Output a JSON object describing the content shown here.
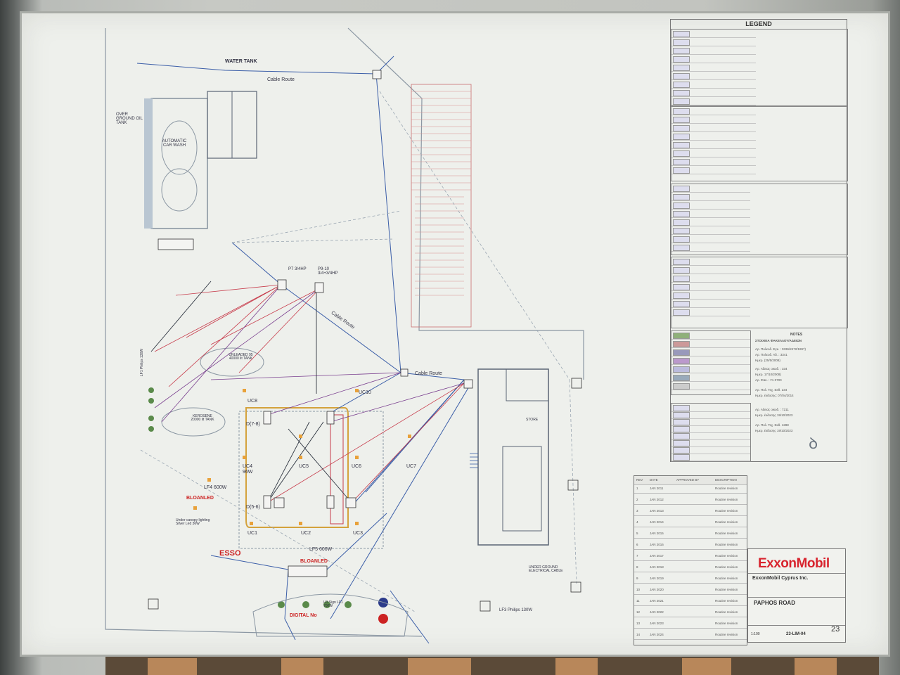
{
  "plan": {
    "labels": {
      "water_tank": "WATER TANK",
      "cable_route_top": "Cable Route",
      "cable_route_mid": "Cable Route",
      "cable_route_right": "Cable Route",
      "overground_oil_tank": "OVER GROUND OIL TANK",
      "car_wash": "AUTOMATIC CAR WASH",
      "p7": "P7 3/4HP",
      "p9": "P9-10 3/4+3/4HP",
      "kerosene": "KEROSENE 20000 lit TANK",
      "unleaded": "UNLEADED 95 40000 lit TANK",
      "uc1": "UC1",
      "uc2": "UC2",
      "uc3": "UC3",
      "uc4": "UC4",
      "uc5": "UC5",
      "uc6": "UC6",
      "uc7": "UC7",
      "uc8": "UC8",
      "uc10": "UC10",
      "d78": "D(7-8)",
      "d56": "D(5-6)",
      "uc4_watts": "96W",
      "lf4": "LF4 600W",
      "bloanled_left": "BLOANLED",
      "bloanled_mid": "BLOANLED",
      "esso": "ESSO",
      "lf5": "LF5 600W",
      "lf1": "LF1 Philips 130W",
      "lf3": "LF3 Philips 130W",
      "digital": "DIGITAL No",
      "ld_sign": "LD Sign LF1 700W",
      "underground_cable": "UNDER GROUND ELECTRICAL CABLE",
      "under_canopy": "Under canopy lighting Silver Led 36W",
      "store": "STORE"
    }
  },
  "legend": {
    "title": "LEGEND",
    "notes_title": "NOTES",
    "notes_header": "ΣΤΟΙΧΕΙΑ ΦΑΚΕΛΛΟΥ/ΑΔΕΙΩΝ",
    "notes_lines": [
      "Αρ. Πολεοδ. Εγκ. : 0336/2472/1997)",
      "Αρ. Πολεοδ. Αδ. : 3341",
      "Ημερ. (25/5/2008)",
      "Αρ. Αδειας οικοδ. : 334",
      "Ημερ. 17/10/2008)",
      "Αρ. Φακ. : ΓΑ 0700",
      "Αρ. Πολ. Τεχ. Εκθ. 234",
      "Ημερ. έκδοσης: 07/04/2014",
      "Αρ. Αδειας οικοδ. : 7211",
      "Ημερ. έκδοσης 19/10/2023",
      "Αρ. Πολ. Τεχ. Εκθ. 1288",
      "Ημερ. έκδοσης 19/10/2023"
    ]
  },
  "revisions": {
    "header": [
      "REV",
      "DATE",
      "APPROVED BY",
      "DESCRIPTION"
    ],
    "rows": [
      {
        "rev": "1",
        "date": "JAN 2011",
        "desc": "Routine revision"
      },
      {
        "rev": "2",
        "date": "JAN 2012",
        "desc": "Routine revision"
      },
      {
        "rev": "3",
        "date": "JAN 2013",
        "desc": "Routine revision"
      },
      {
        "rev": "4",
        "date": "JAN 2014",
        "desc": "Routine revision"
      },
      {
        "rev": "5",
        "date": "JAN 2015",
        "desc": "Routine revision"
      },
      {
        "rev": "6",
        "date": "JAN 2016",
        "desc": "Routine revision"
      },
      {
        "rev": "7",
        "date": "JAN 2017",
        "desc": "Routine revision"
      },
      {
        "rev": "8",
        "date": "JAN 2018",
        "desc": "Routine revision"
      },
      {
        "rev": "9",
        "date": "JAN 2019",
        "desc": "Routine revision"
      },
      {
        "rev": "10",
        "date": "JAN 2020",
        "desc": "Routine revision"
      },
      {
        "rev": "11",
        "date": "JAN 2021",
        "desc": "Routine revision"
      },
      {
        "rev": "12",
        "date": "JAN 2022",
        "desc": "Routine revision"
      },
      {
        "rev": "13",
        "date": "JAN 2023",
        "desc": "Routine revision"
      },
      {
        "rev": "14",
        "date": "JAN 2024",
        "desc": "Routine revision"
      }
    ]
  },
  "title_block": {
    "logo": "ExxonMobil",
    "company": "ExxonMobil Cyprus Inc.",
    "site": "PAPHOS ROAD",
    "drawing_no": "23-LIM-04",
    "sheet_no": "23",
    "scale": "1:100"
  },
  "colors": {
    "logo_red": "#d8242e",
    "line_blue": "#3b5ea8",
    "line_red": "#c73a4a",
    "line_purple": "#7a3f8f",
    "line_grey": "#8b97a3",
    "hatch": "#c96e6e"
  }
}
